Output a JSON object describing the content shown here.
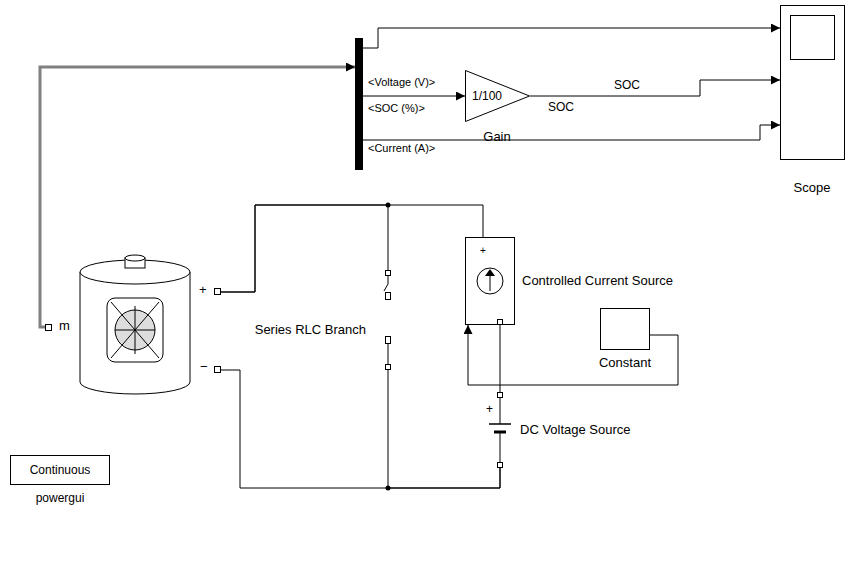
{
  "diagram": {
    "nodes": [
      {
        "text": [
          "<Voltage (V)>",
          "<SOC (%)>",
          "<Current (A)>"
        ]
      },
      {
        "text": [
          "1/100",
          "Gain"
        ]
      },
      {
        "text": [
          "Scope"
        ]
      },
      {
        "text": [
          "m",
          "+",
          "−"
        ]
      },
      {
        "text": [
          "Series RLC Branch"
        ]
      },
      {
        "text": [
          "+",
          "Controlled Current Source"
        ]
      },
      {
        "text": [
          "Constant"
        ]
      },
      {
        "text": [
          "+",
          "DC Voltage Source"
        ]
      },
      {
        "text": [
          "Continuous",
          "powergui"
        ]
      }
    ],
    "edges": [
      {
        "from": 3,
        "to": 0,
        "arrow": "to"
      },
      {
        "from": 0,
        "to": 2,
        "arrow": "to"
      },
      {
        "from": 0,
        "to": 1,
        "arrow": "to"
      },
      {
        "from": 1,
        "to": 2,
        "label": "SOC",
        "arrow": "to"
      },
      {
        "from": 0,
        "to": 2,
        "arrow": "to"
      },
      {
        "from": 6,
        "to": 5,
        "arrow": "to"
      },
      {
        "from": 3,
        "to": 4,
        "arrow": "none"
      },
      {
        "from": 3,
        "to": 5,
        "arrow": "none"
      },
      {
        "from": 3,
        "to": 7,
        "arrow": "none"
      },
      {
        "from": 4,
        "to": 7,
        "arrow": "none"
      },
      {
        "from": 5,
        "to": 7,
        "arrow": "none"
      }
    ],
    "labels": [
      "SOC"
    ]
  }
}
